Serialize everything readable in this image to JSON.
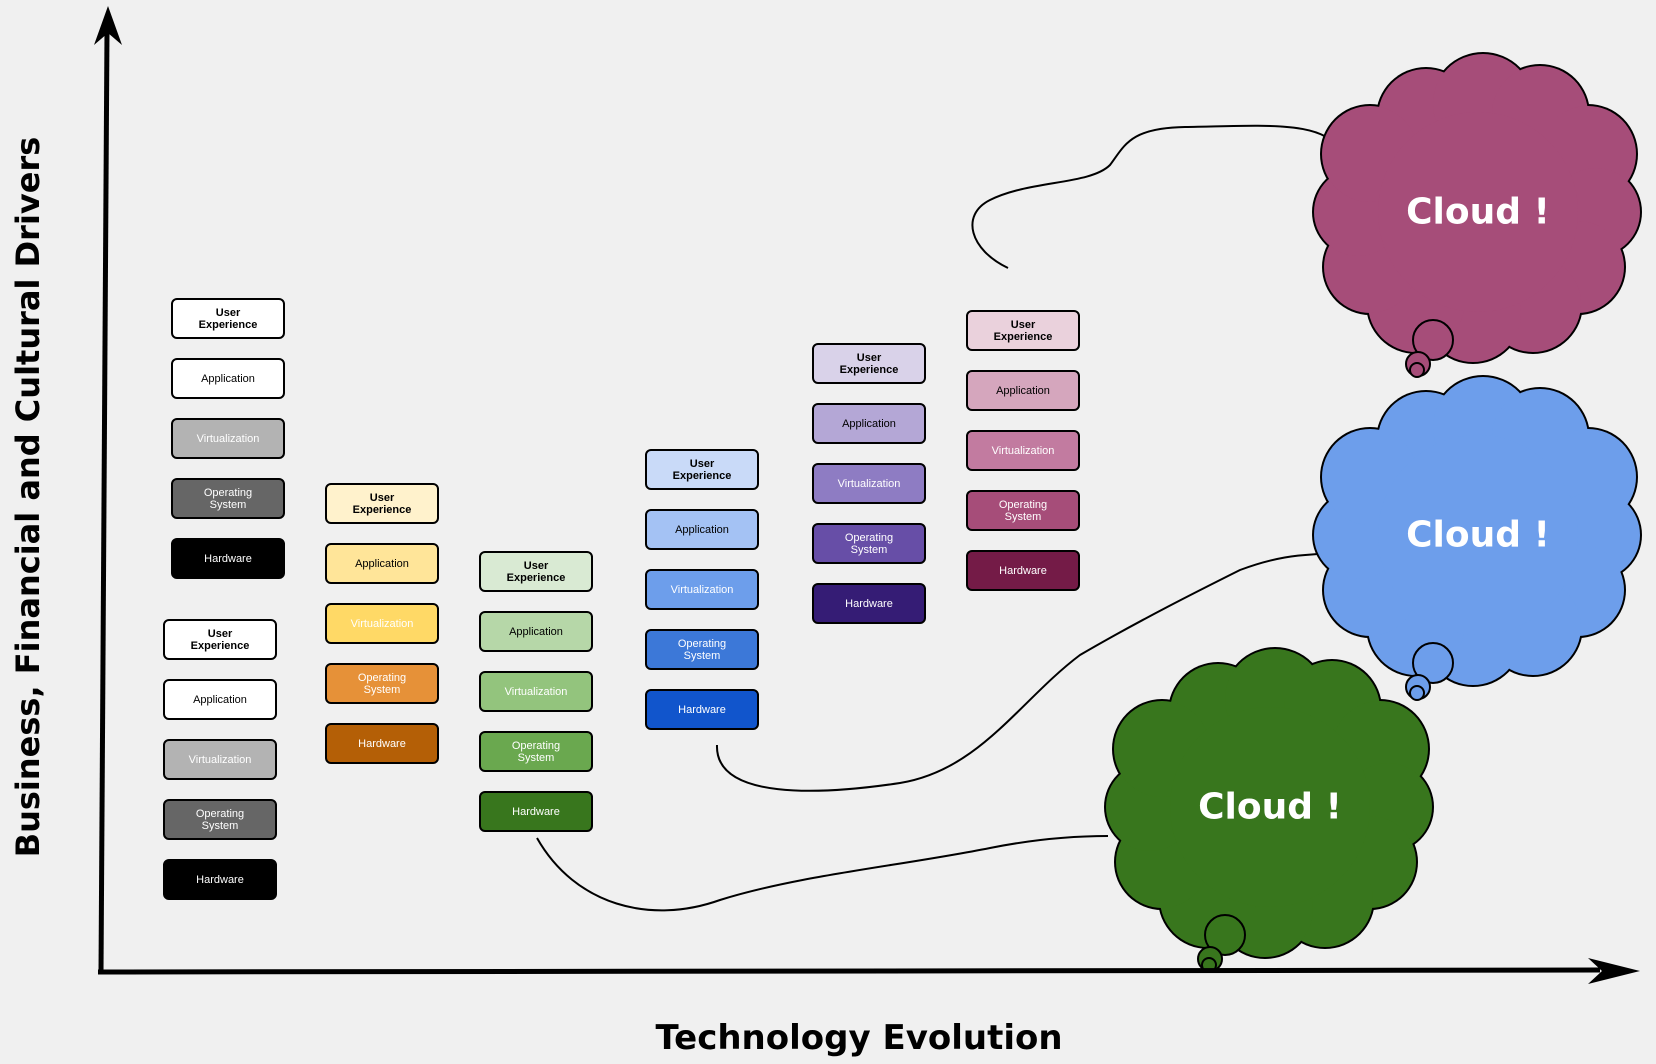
{
  "axes": {
    "x_title": "Technology Evolution",
    "y_title": "Business, Financial and Cultural Drivers"
  },
  "layers": [
    "User Experience",
    "Application",
    "Virtualization",
    "Operating System",
    "Hardware"
  ],
  "stacks": [
    {
      "name": "white-black-stack-upper",
      "colors": [
        "#ffffff",
        "#ffffff",
        "#b3b3b3",
        "#666666",
        "#000000"
      ],
      "text": [
        "#000000",
        "#000000",
        "#ffffff",
        "#ffffff",
        "#ffffff"
      ]
    },
    {
      "name": "white-black-stack-lower",
      "colors": [
        "#ffffff",
        "#ffffff",
        "#b3b3b3",
        "#666666",
        "#000000"
      ],
      "text": [
        "#000000",
        "#000000",
        "#ffffff",
        "#ffffff",
        "#ffffff"
      ]
    },
    {
      "name": "orange-stack",
      "colors": [
        "#fff2cc",
        "#ffe599",
        "#ffd966",
        "#e69138",
        "#b45f06"
      ],
      "text": [
        "#000000",
        "#000000",
        "#ffffff",
        "#ffffff",
        "#ffffff"
      ]
    },
    {
      "name": "green-stack",
      "colors": [
        "#d9ead3",
        "#b6d7a8",
        "#93c47d",
        "#6aa84f",
        "#38761d"
      ],
      "text": [
        "#000000",
        "#000000",
        "#ffffff",
        "#ffffff",
        "#ffffff"
      ]
    },
    {
      "name": "blue-stack",
      "colors": [
        "#c9daf8",
        "#a4c2f4",
        "#6d9eeb",
        "#3c78d8",
        "#1155cc"
      ],
      "text": [
        "#000000",
        "#000000",
        "#ffffff",
        "#ffffff",
        "#ffffff"
      ]
    },
    {
      "name": "purple-stack",
      "colors": [
        "#d9d2e9",
        "#b4a7d6",
        "#8e7cc3",
        "#674ea7",
        "#351c75"
      ],
      "text": [
        "#000000",
        "#000000",
        "#ffffff",
        "#ffffff",
        "#ffffff"
      ]
    },
    {
      "name": "pink-stack",
      "colors": [
        "#ead1dc",
        "#d5a6bd",
        "#c27ba0",
        "#a64d79",
        "#741b47"
      ],
      "text": [
        "#000000",
        "#000000",
        "#ffffff",
        "#ffffff",
        "#ffffff"
      ]
    }
  ],
  "clouds": [
    {
      "name": "cloud-pink",
      "label": "Cloud !",
      "color": "#a64d79"
    },
    {
      "name": "cloud-blue",
      "label": "Cloud !",
      "color": "#6d9eeb"
    },
    {
      "name": "cloud-green",
      "label": "Cloud !",
      "color": "#38761d"
    }
  ]
}
